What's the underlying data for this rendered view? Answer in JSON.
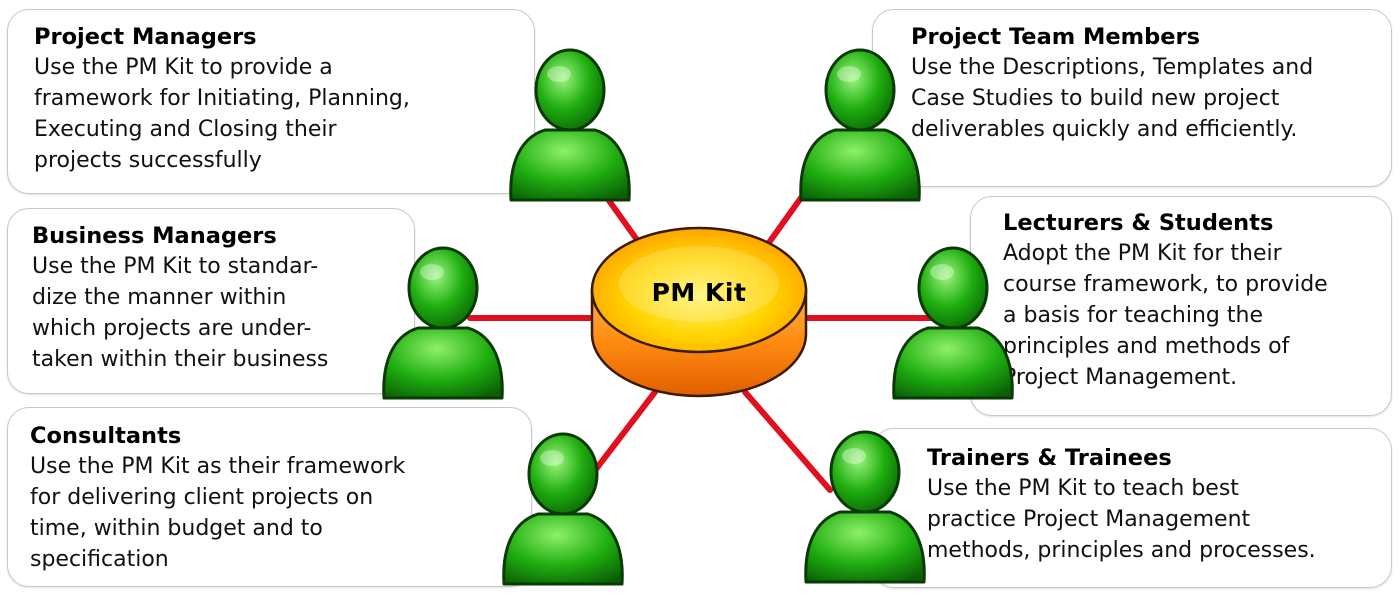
{
  "hub": {
    "label": "PM Kit"
  },
  "colors": {
    "connector": "#e0101e",
    "person": "#1fae10",
    "hub_top": "#ffe800",
    "hub_side": "#ff7a00"
  },
  "icons": {
    "person": "person-icon",
    "hub": "cylinder-icon"
  },
  "groups": {
    "project_managers": {
      "title": "Project Managers",
      "lines": [
        "Use the PM Kit to provide a",
        "framework for Initiating, Planning,",
        "Executing and Closing their",
        "projects successfully"
      ]
    },
    "business_managers": {
      "title": "Business Managers",
      "lines": [
        "Use the PM Kit to standar-",
        "dize the manner within",
        "which projects are under-",
        "taken within their business"
      ]
    },
    "consultants": {
      "title": "Consultants",
      "lines": [
        "Use the PM Kit as their framework",
        "for delivering client projects on",
        "time, within budget and to",
        "specification"
      ]
    },
    "project_team_members": {
      "title": "Project Team Members",
      "lines": [
        "Use the Descriptions, Templates and",
        "Case Studies to build new project",
        "deliverables quickly and efficiently."
      ]
    },
    "lecturers_students": {
      "title": "Lecturers & Students",
      "lines": [
        "Adopt the PM Kit for their",
        "course framework, to provide",
        "a basis for teaching the",
        "principles and methods of",
        "Project Management."
      ]
    },
    "trainers_trainees": {
      "title": "Trainers & Trainees",
      "lines": [
        "Use the PM Kit to teach best",
        "practice Project Management",
        "methods, principles and processes."
      ]
    }
  }
}
